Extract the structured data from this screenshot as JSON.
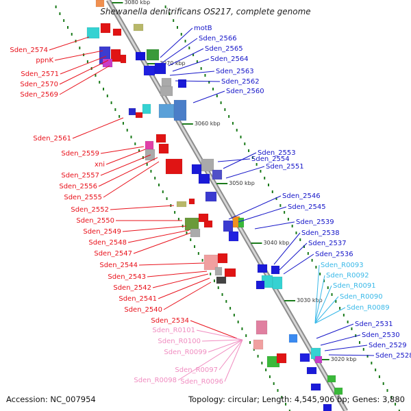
{
  "title": "Shewanella denitrificans OS217, complete genome",
  "footer": {
    "accession_label": "Accession:",
    "accession": "NC_007954",
    "topology_label": "Topology:",
    "topology": "circular;",
    "length_label": "Length:",
    "length": "4,545,906 bp;",
    "genes_label": "Genes:",
    "genes": "3,880"
  },
  "colors": {
    "left_labels": "#e8101a",
    "right_labels": "#1414c8",
    "rna_right": "#38b8e8",
    "rna_left": "#f08cc0",
    "ticks": "#1a7a1a",
    "backbone": "#a0a0a0"
  },
  "scale_ticks": [
    "3080 kbp",
    "3070 kbp",
    "3060 kbp",
    "3050 kbp",
    "3040 kbp",
    "3030 kbp",
    "3020 kbp"
  ],
  "left_labels": [
    "Sden_2574",
    "ppnK",
    "Sden_2571",
    "Sden_2570",
    "Sden_2569",
    "Sden_2561",
    "Sden_2559",
    "xni",
    "Sden_2557",
    "Sden_2556",
    "Sden_2555",
    "Sden_2552",
    "Sden_2550",
    "Sden_2549",
    "Sden_2548",
    "Sden_2547",
    "Sden_2544",
    "Sden_2543",
    "Sden_2542",
    "Sden_2541",
    "Sden_2540",
    "Sden_2534"
  ],
  "right_labels": [
    "motB",
    "Sden_2566",
    "Sden_2565",
    "Sden_2564",
    "Sden_2563",
    "Sden_2562",
    "Sden_2560",
    "Sden_2554",
    "Sden_2553",
    "Sden_2551",
    "Sden_2546",
    "Sden_2545",
    "Sden_2539",
    "Sden_2538",
    "Sden_2537",
    "Sden_2536",
    "Sden_2531",
    "Sden_2530",
    "Sden_2529",
    "Sden_2528"
  ],
  "rna_right_labels": [
    "Sden_R0093",
    "Sden_R0092",
    "Sden_R0091",
    "Sden_R0090",
    "Sden_R0089"
  ],
  "rna_left_labels": [
    "Sden_R0101",
    "Sden_R0100",
    "Sden_R0099",
    "Sden_R0097",
    "Sden_R0098",
    "Sden_R0096"
  ]
}
